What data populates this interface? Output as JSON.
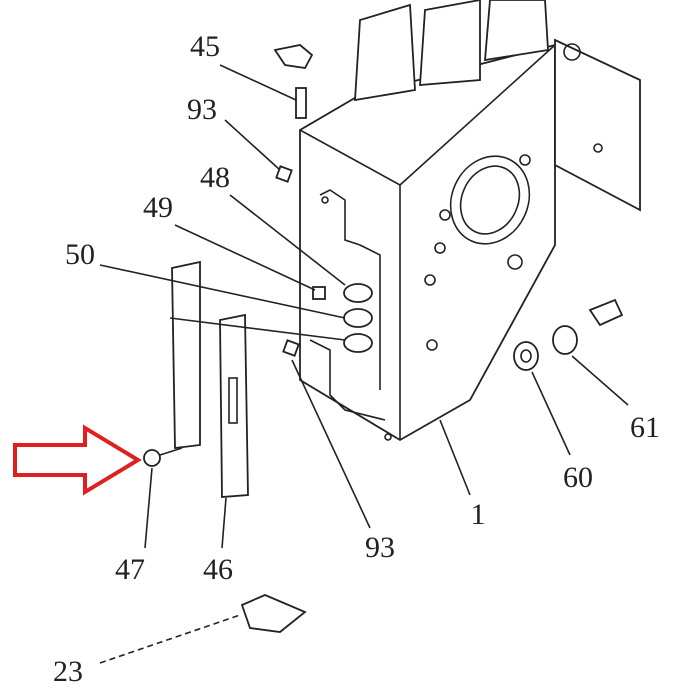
{
  "diagram": {
    "callouts": [
      {
        "id": "45",
        "label": "45"
      },
      {
        "id": "93a",
        "label": "93"
      },
      {
        "id": "48",
        "label": "48"
      },
      {
        "id": "49",
        "label": "49"
      },
      {
        "id": "50",
        "label": "50"
      },
      {
        "id": "47",
        "label": "47"
      },
      {
        "id": "46",
        "label": "46"
      },
      {
        "id": "93b",
        "label": "93"
      },
      {
        "id": "1",
        "label": "1"
      },
      {
        "id": "60",
        "label": "60"
      },
      {
        "id": "61",
        "label": "61"
      },
      {
        "id": "23",
        "label": "23"
      }
    ],
    "highlight_arrow": {
      "color": "#e02020",
      "points_to": "47"
    }
  }
}
